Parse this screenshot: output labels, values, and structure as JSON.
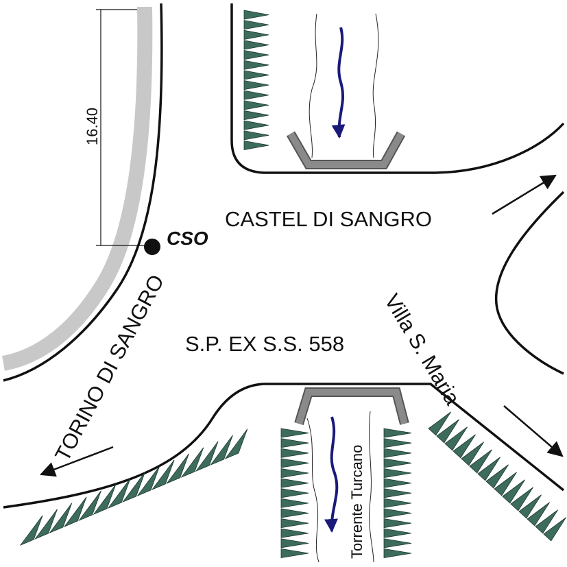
{
  "labels": {
    "dimension": "16.40",
    "point": "CSO",
    "road_castel": "CASTEL DI SANGRO",
    "road_torino": "TORINO DI SANGRO",
    "road_sp": "S.P. EX S.S. 558",
    "road_villa": "Villa S. Maria",
    "river": "Torrente Turcano"
  },
  "colors": {
    "line": "#111111",
    "wall": "#c8c8c8",
    "bridge": "#8a8a8a",
    "embankment": "#3d6b5c",
    "water_arrow": "#1a1a7a"
  }
}
